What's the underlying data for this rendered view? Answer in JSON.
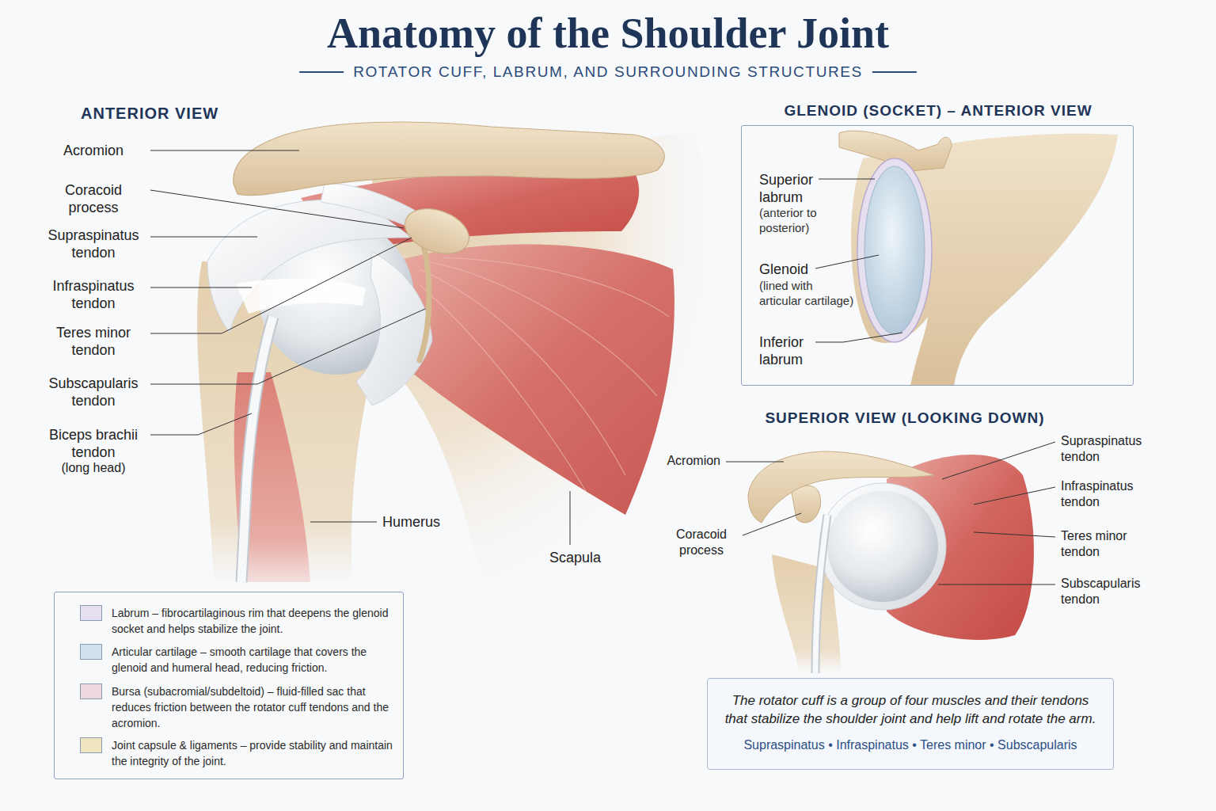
{
  "diagram": {
    "title": "Anatomy of the Shoulder Joint",
    "nodes": [
      {
        "text": [
          "GLENOID (SOCKET) – ANTERIOR VIEW",
          "Superior labrum",
          "(anterior to posterior)",
          "Glenoid",
          "(lined with articular cartilage)",
          "Inferior labrum"
        ]
      },
      {
        "text": [
          "The rotator cuff is a group of four muscles and their tendons that stabilize the shoulder joint and help lift and rotate the arm.",
          "Supraspinatus • Infraspinatus • Teres minor • Subscapularis"
        ]
      }
    ],
    "labels": [
      "ROTATOR CUFF, LABRUM, AND SURROUNDING STRUCTURES",
      "ANTERIOR VIEW",
      "Acromion",
      "Coracoid process",
      "Supraspinatus tendon",
      "Infraspinatus tendon",
      "Teres minor tendon",
      "Subscapularis tendon",
      "Biceps brachii tendon",
      "(long head)",
      "Humerus",
      "Scapula",
      "SUPERIOR VIEW (LOOKING DOWN)",
      "Acromion",
      "Coracoid process",
      "Supraspinatus tendon",
      "Infraspinatus tendon",
      "Teres minor tendon",
      "Subscapularis tendon"
    ],
    "legend": [
      {
        "text": "Labrum – fibrocartilaginous rim that deepens the glenoid socket and helps stabilize the joint.",
        "color": "#e6dff0"
      },
      {
        "text": "Articular cartilage – smooth cartilage that covers the glenoid and humeral head, reducing friction.",
        "color": "#cfe0ee"
      },
      {
        "text": "Bursa (subacromial/subdeltoid) – fluid-filled sac that reduces friction between the rotator cuff tendons and the acromion.",
        "color": "#f0d8e0"
      },
      {
        "text": "Joint capsule & ligaments – provide stability and maintain the integrity of the joint.",
        "color": "#efe6c0"
      }
    ]
  }
}
